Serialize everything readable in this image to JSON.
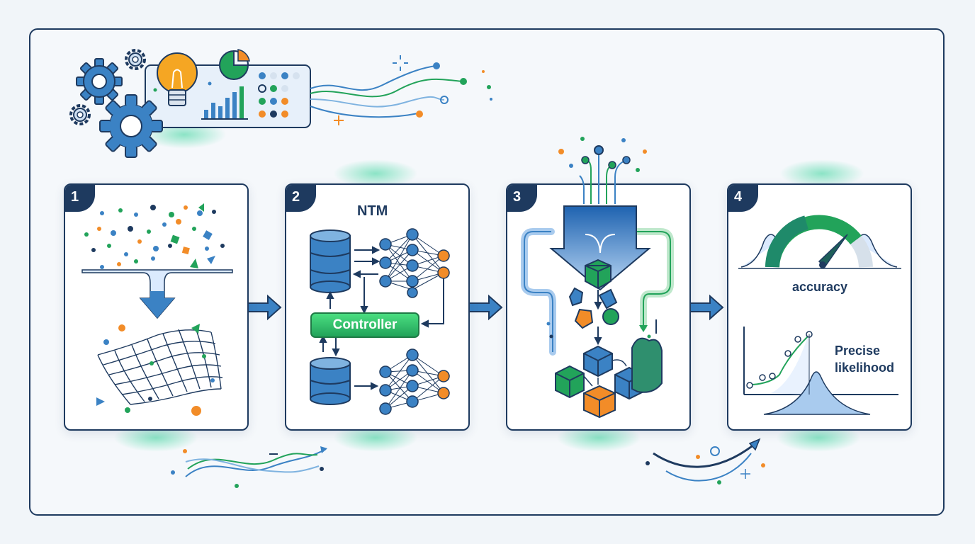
{
  "panels": [
    {
      "step": "1"
    },
    {
      "step": "2",
      "title": "NTM",
      "controller": "Controller"
    },
    {
      "step": "3"
    },
    {
      "step": "4",
      "gauge_label": "accuracy",
      "curve_label_line1": "Precise",
      "curve_label_line2": "likelihood"
    }
  ],
  "colors": {
    "navy": "#1e3a5f",
    "blue": "#3b82c4",
    "green": "#22a35a",
    "orange": "#f28c28",
    "light_blue": "#dbeafe"
  },
  "icons": [
    "gear-icon",
    "lightbulb-icon",
    "pie-chart-icon",
    "bar-chart-icon",
    "database-icon",
    "neural-network-icon",
    "cube-icon",
    "gauge-icon",
    "bell-curve-icon",
    "arrow-right-icon"
  ]
}
